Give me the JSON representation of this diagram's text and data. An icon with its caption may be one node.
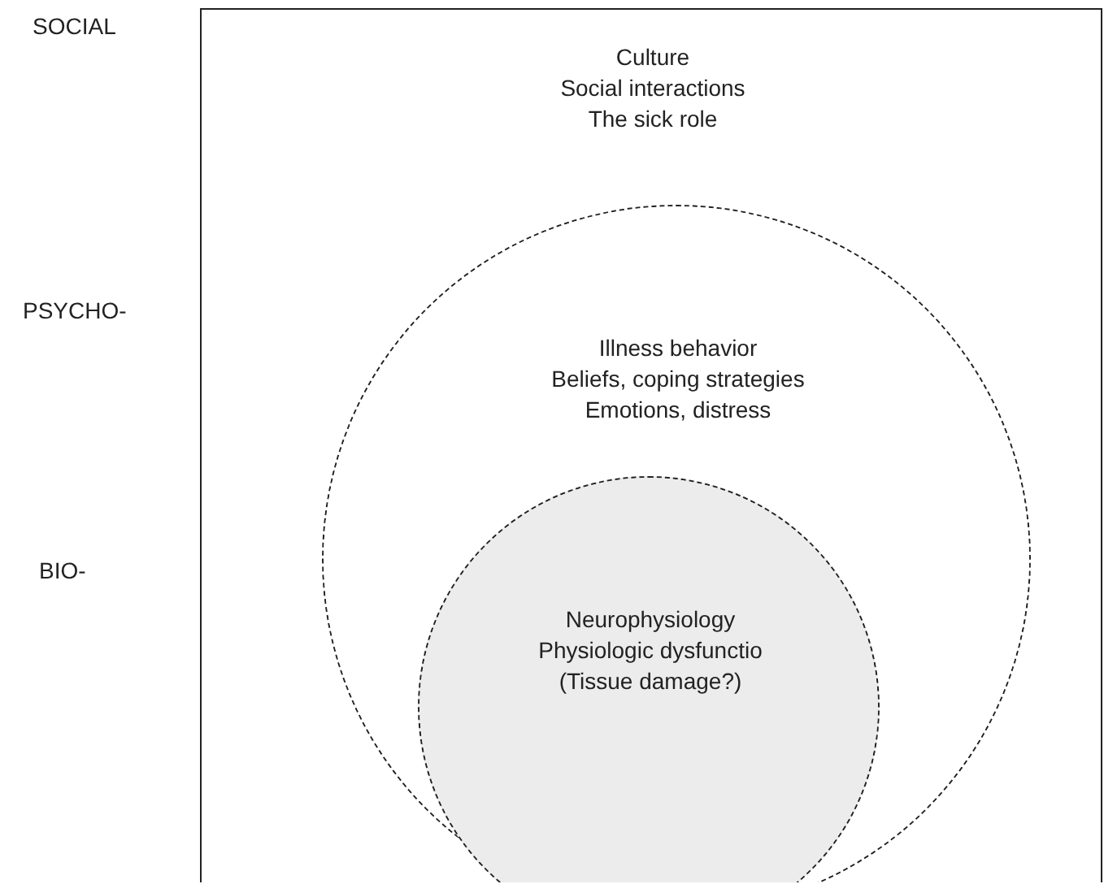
{
  "diagram": {
    "nodes": [
      {
        "text": [
          "Culture",
          "Social interactions",
          "The sick role"
        ]
      },
      {
        "text": [
          "Illness behavior",
          "Beliefs, coping strategies",
          "Emotions, distress"
        ],
        "in": 0
      },
      {
        "text": [
          "Neurophysiology",
          "Physiologic dysfunctio",
          "(Tissue damage?)"
        ],
        "in": 1
      }
    ],
    "labels": [
      "SOCIAL",
      "PSYCHO-",
      "BIO-"
    ]
  }
}
